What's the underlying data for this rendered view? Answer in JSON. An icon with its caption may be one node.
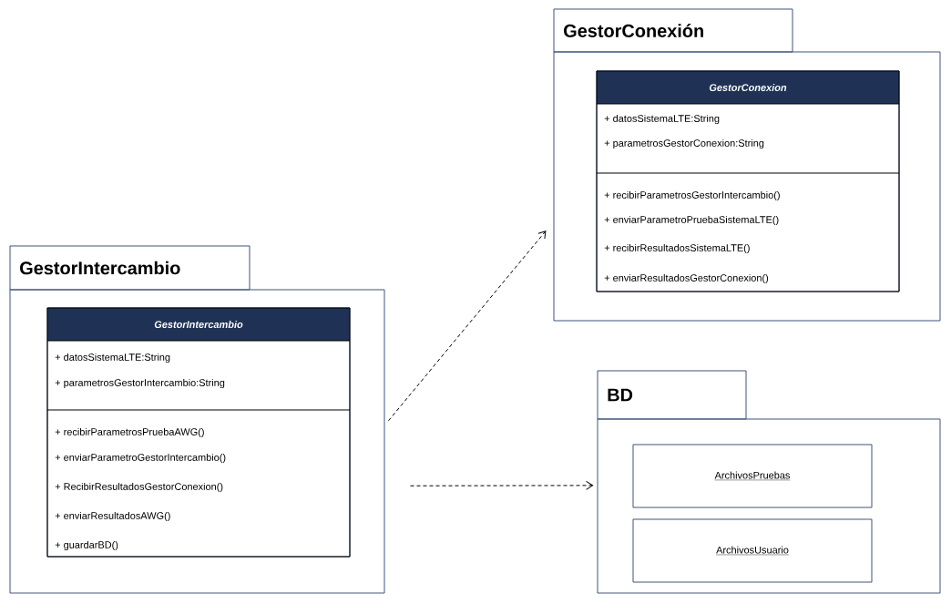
{
  "diagram": {
    "nodes": [
      {
        "text": [
          "GestorConexión"
        ]
      },
      {
        "text": [
          "GestorConexion",
          "+ datosSistemaLTE:String",
          "+ parametrosGestorConexion:String",
          "+ recibirParametrosGestorIntercambio()",
          "+ enviarParametroPruebaSistemaLTE()",
          "+ recibirResultadosSistemaLTE()",
          "+ enviarResultadosGestorConexion()"
        ],
        "in": 0
      },
      {
        "text": [
          "GestorIntercambio"
        ]
      },
      {
        "text": [
          "GestorIntercambio",
          "+ datosSistemaLTE:String",
          "+ parametrosGestorIntercambio:String",
          "+ recibirParametrosPruebaAWG()",
          "+ enviarParametroGestorIntercambio()",
          "+ RecibirResultadosGestorConexion()",
          "+ enviarResultadosAWG()",
          "+ guardarBD()"
        ],
        "in": 2
      },
      {
        "text": [
          "BD"
        ]
      },
      {
        "text": [
          "ArchivosPruebas"
        ],
        "in": 4
      },
      {
        "text": [
          "ArchivosUsuario"
        ],
        "in": 4
      }
    ],
    "edges": [
      {
        "from": 2,
        "to": 0,
        "arrow": "to",
        "style": "dashed"
      },
      {
        "from": 2,
        "to": 4,
        "arrow": "to",
        "style": "dashed"
      }
    ]
  }
}
